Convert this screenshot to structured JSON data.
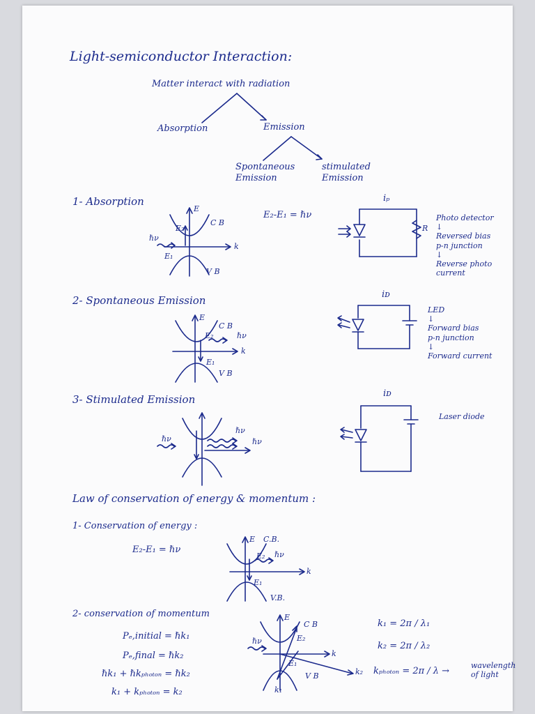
{
  "title": "Light-semiconductor Interaction:",
  "tree": {
    "root": "Matter interact with radiation",
    "absorption": "Absorption",
    "emission": "Emission",
    "spontaneous": "Spontaneous\nEmission",
    "stimulated": "stimulated\nEmission"
  },
  "sections": {
    "absorption": {
      "heading": "1- Absorption",
      "equation": "E₂-E₁ = ℏν",
      "band": {
        "e": "E",
        "cb": "C B",
        "vb": "V B",
        "k": "k",
        "hv": "ℏν",
        "e1": "E₁",
        "e2": "E₂"
      },
      "circuit": {
        "current": "iₚ",
        "resistor": "R"
      },
      "note": "Photo detector\n↓\nReversed bias\np-n junction\n↓\nReverse photo\ncurrent"
    },
    "spontaneous": {
      "heading": "2- Spontaneous Emission",
      "band": {
        "e": "E",
        "cb": "C B",
        "vb": "V B",
        "k": "k",
        "hv": "ℏν",
        "e1": "E₁",
        "e2": "E₂"
      },
      "circuit": {
        "current": "iᴅ"
      },
      "note": "LED\n↓\nForward bias\np-n junction\n↓\nForward current"
    },
    "stimulated": {
      "heading": "3- Stimulated Emission",
      "band": {
        "hv_in": "ℏν",
        "hv_out1": "ℏν",
        "hv_out2": "ℏν"
      },
      "circuit": {
        "current": "iᴅ"
      },
      "note": "Laser diode"
    }
  },
  "law": {
    "heading": "Law of conservation of energy & momentum :",
    "energy": {
      "heading": "1- Conservation of energy :",
      "equation": "E₂-E₁ = ℏν",
      "band": {
        "e": "E",
        "cb": "C.B.",
        "vb": "V.B.",
        "k": "k",
        "hv": "ℏν",
        "e1": "E₁",
        "e2": "E₂"
      }
    },
    "momentum": {
      "heading": "2- conservation of momentum",
      "eq1": "Pₑ,initial = ℏk₁",
      "eq2": "Pₑ,final = ℏk₂",
      "eq3": "ℏk₁ + ℏkₚₕₒₜₒₙ = ℏk₂",
      "eq4": "k₁ + kₚₕₒₜₒₙ = k₂",
      "band": {
        "e": "E",
        "cb": "C B",
        "vb": "V B",
        "k": "k",
        "hv": "ℏν",
        "e1": "E₁",
        "e2": "E₂",
        "k1": "k₁",
        "k2": "k₂"
      },
      "k1_def": "k₁ = 2π / λ₁",
      "k2_def": "k₂ = 2π / λ₂",
      "kphoton_def": "kₚₕₒₜₒₙ = 2π / λ →",
      "wavelength_note": "wavelength\nof light"
    }
  },
  "colors": {
    "ink": "#1b2a8c",
    "paper": "#fbfbfc",
    "background": "#d9dadf"
  }
}
